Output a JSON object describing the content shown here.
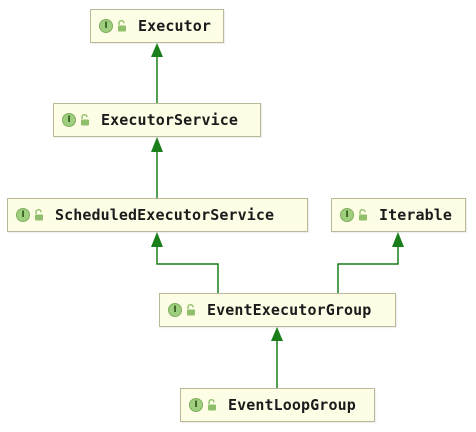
{
  "diagram": {
    "nodes": [
      {
        "id": "executor",
        "kind_letter": "I",
        "label": "Executor"
      },
      {
        "id": "executor-service",
        "kind_letter": "I",
        "label": "ExecutorService"
      },
      {
        "id": "scheduled-executor-service",
        "kind_letter": "I",
        "label": "ScheduledExecutorService"
      },
      {
        "id": "iterable",
        "kind_letter": "I",
        "label": "Iterable"
      },
      {
        "id": "event-executor-group",
        "kind_letter": "I",
        "label": "EventExecutorGroup"
      },
      {
        "id": "event-loop-group",
        "kind_letter": "I",
        "label": "EventLoopGroup"
      }
    ],
    "edges": [
      {
        "from": "executor-service",
        "to": "executor"
      },
      {
        "from": "scheduled-executor-service",
        "to": "executor-service"
      },
      {
        "from": "event-executor-group",
        "to": "scheduled-executor-service"
      },
      {
        "from": "event-executor-group",
        "to": "iterable"
      },
      {
        "from": "event-loop-group",
        "to": "event-executor-group"
      }
    ],
    "colors": {
      "edge": "#1a7f1a",
      "node_fill": "#fefee6",
      "node_border": "#b9b99a",
      "badge_fill": "#9fcf7e"
    },
    "icons": {
      "kind_badge": "interface-icon",
      "access": "unlock-icon"
    }
  }
}
